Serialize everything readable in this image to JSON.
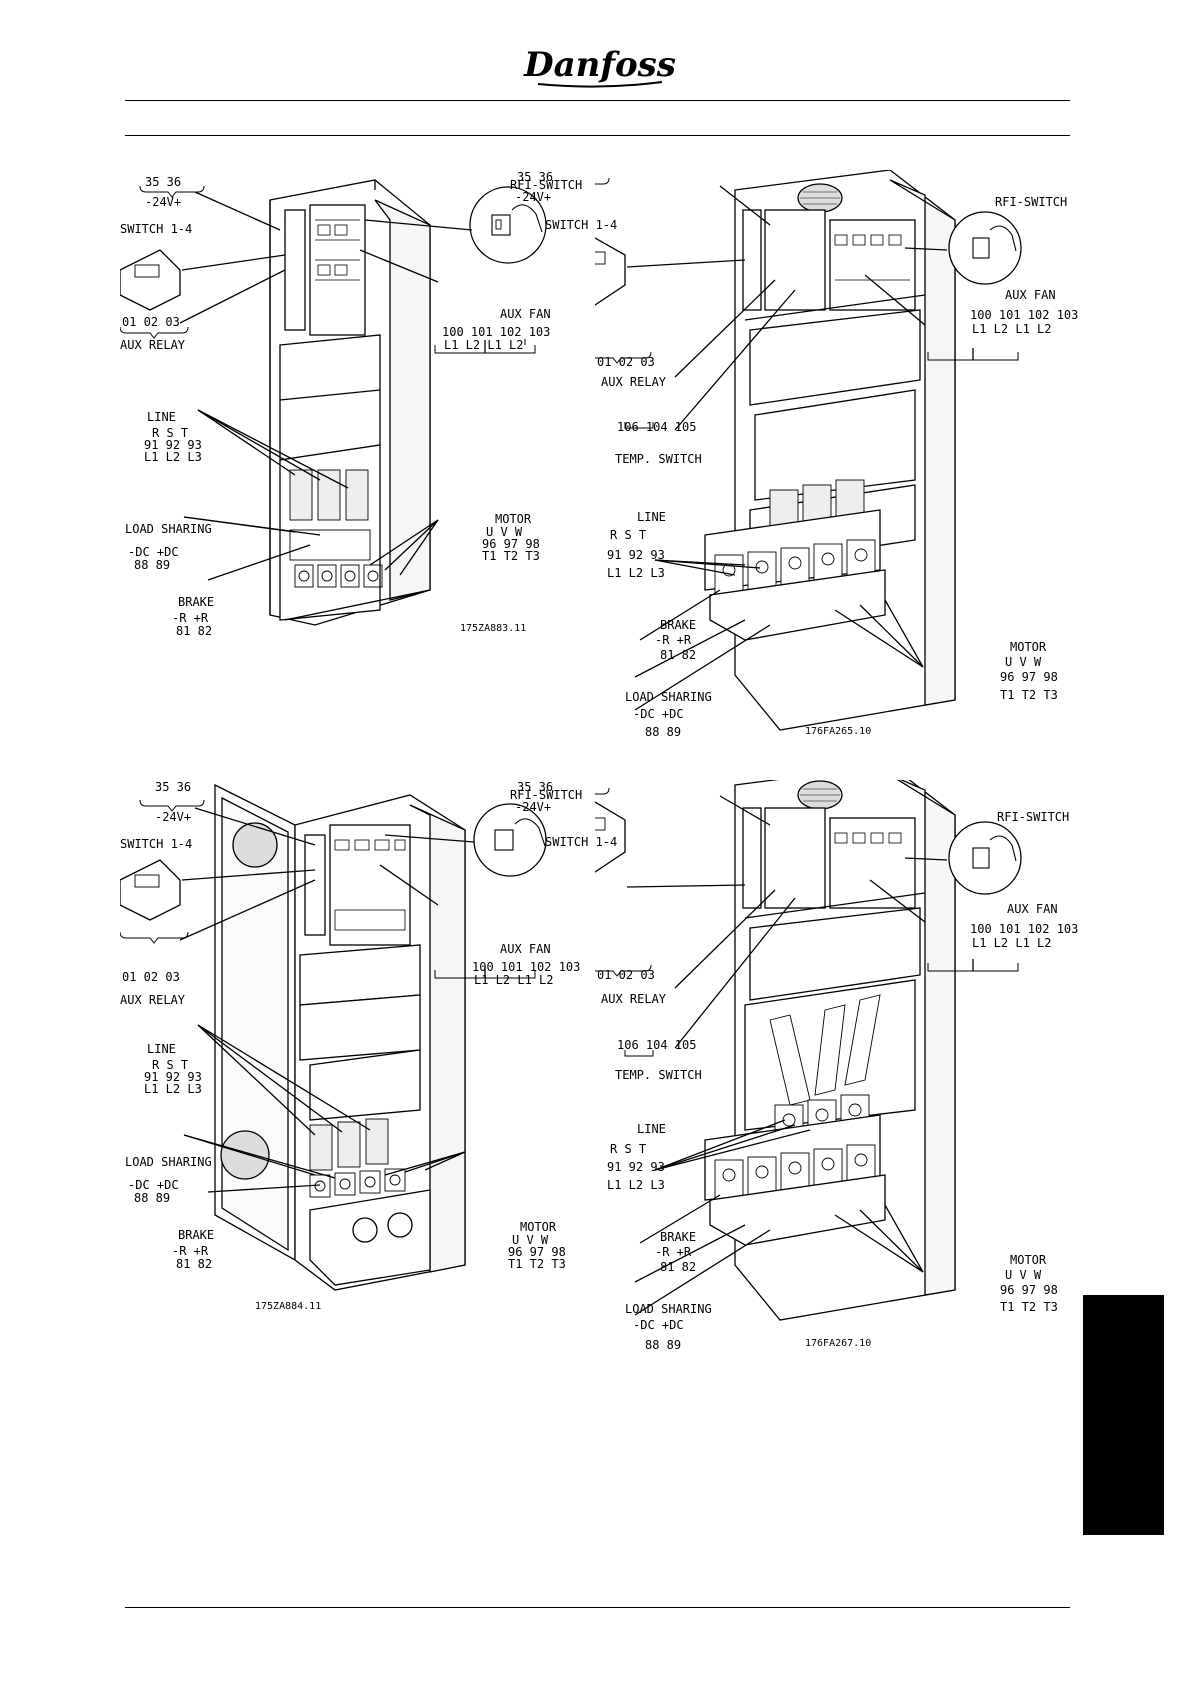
{
  "brand": {
    "logo_text": "Danfoss"
  },
  "panels": [
    {
      "figure_code": "175ZA883.11",
      "labels": {
        "t3536": "35 36",
        "t24v": "-24V+",
        "switch": "SWITCH 1-4",
        "rfi": "RFI-SWITCH",
        "auxfan": "AUX FAN",
        "auxfan_nums": "100  101  102  103",
        "auxfan_l": "L1   L2   L1   L2",
        "auxrelay_nums": "01 02 03",
        "auxrelay": "AUX RELAY",
        "line": "LINE",
        "line_rst": "R  S  T",
        "line_nums": "91 92 93",
        "line_l": "L1 L2 L3",
        "loadsharing": "LOAD SHARING",
        "dc": "-DC +DC",
        "dc_nums": "88  89",
        "brake": "BRAKE",
        "brake_r": "-R +R",
        "brake_nums": "81 82",
        "motor": "MOTOR",
        "motor_uvw": "U  V  W",
        "motor_nums": "96 97 98",
        "motor_t": "T1 T2 T3"
      }
    },
    {
      "figure_code": "176FA265.10",
      "labels": {
        "t3536": "35 36",
        "t24v": "-24V+",
        "switch": "SWITCH 1-4",
        "rfi": "RFI-SWITCH",
        "auxfan": "AUX FAN",
        "auxfan_nums": "100 101 102 103",
        "auxfan_l": "L1  L2  L1  L2",
        "auxrelay_nums": "01 02 03",
        "auxrelay": "AUX RELAY",
        "temp_nums": "106 104 105",
        "temp": "TEMP. SWITCH",
        "line": "LINE",
        "line_rst": "R    S    T",
        "line_nums": "91   92   93",
        "line_l": "L1   L2   L3",
        "brake": "BRAKE",
        "brake_r": "-R +R",
        "brake_nums": "81 82",
        "loadsharing": "LOAD SHARING",
        "dc": "-DC +DC",
        "dc_nums": "88   89",
        "motor": "MOTOR",
        "motor_uvw": "U  V  W",
        "motor_nums": "96 97 98",
        "motor_t": "T1 T2 T3"
      }
    },
    {
      "figure_code": "175ZA884.11",
      "labels": {
        "t3536": "35 36",
        "t24v": "-24V+",
        "switch": "SWITCH 1-4",
        "rfi": "RFI-SWITCH",
        "auxfan": "AUX FAN",
        "auxfan_nums": "100  101  102  103",
        "auxfan_l": "L1   L2   L1   L2",
        "auxrelay_nums": "01 02 03",
        "auxrelay": "AUX RELAY",
        "line": "LINE",
        "line_rst": "R  S  T",
        "line_nums": "91 92 93",
        "line_l": "L1 L2 L3",
        "loadsharing": "LOAD SHARING",
        "dc": "-DC +DC",
        "dc_nums": "88  89",
        "brake": "BRAKE",
        "brake_r": "-R +R",
        "brake_nums": "81 82",
        "motor": "MOTOR",
        "motor_uvw": "U  V  W",
        "motor_nums": "96 97 98",
        "motor_t": "T1 T2 T3"
      }
    },
    {
      "figure_code": "176FA267.10",
      "labels": {
        "t3536": "35 36",
        "t24v": "-24V+",
        "switch": "SWITCH 1-4",
        "rfi": "RFI-SWITCH",
        "auxfan": "AUX FAN",
        "auxfan_nums": "100 101 102 103",
        "auxfan_l": "L1  L2  L1  L2",
        "auxrelay_nums": "01 02 03",
        "auxrelay": "AUX RELAY",
        "temp_nums": "106 104 105",
        "temp": "TEMP. SWITCH",
        "line": "LINE",
        "line_rst": "R    S    T",
        "line_nums": "91   92   93",
        "line_l": "L1   L2   L3",
        "brake": "BRAKE",
        "brake_r": "-R +R",
        "brake_nums": "81 82",
        "loadsharing": "LOAD SHARING",
        "dc": "-DC +DC",
        "dc_nums": "88   89",
        "motor": "MOTOR",
        "motor_uvw": "U  V  W",
        "motor_nums": "96 97 98",
        "motor_t": "T1 T2 T3"
      }
    }
  ]
}
